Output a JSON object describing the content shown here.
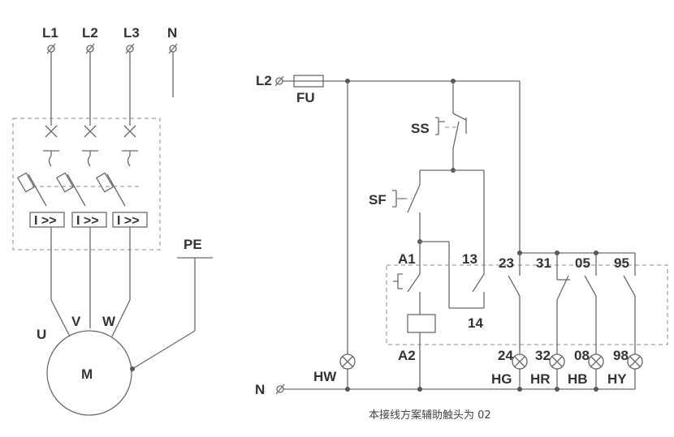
{
  "motor_circuit": {
    "phase_labels": [
      "L1",
      "L2",
      "L3",
      "N"
    ],
    "breaker_trip_label": "I >>",
    "motor_label": "M",
    "terminal_labels": [
      "U",
      "V",
      "W"
    ],
    "pe_label": "PE"
  },
  "control_circuit": {
    "supply_label": "L2",
    "fuse_label": "FU",
    "stop_button_label": "SS",
    "start_button_label": "SF",
    "coil_top_label": "A1",
    "coil_bottom_label": "A2",
    "contact_13": "13",
    "contact_14": "14",
    "aux_top_labels": [
      "23",
      "31",
      "05",
      "95"
    ],
    "aux_bottom_labels": [
      "24",
      "32",
      "08",
      "98"
    ],
    "lamp_labels": [
      "HW",
      "HG",
      "HR",
      "HB",
      "HY"
    ],
    "neutral_label": "N"
  },
  "caption": "本接线方案辅助触头为 02"
}
